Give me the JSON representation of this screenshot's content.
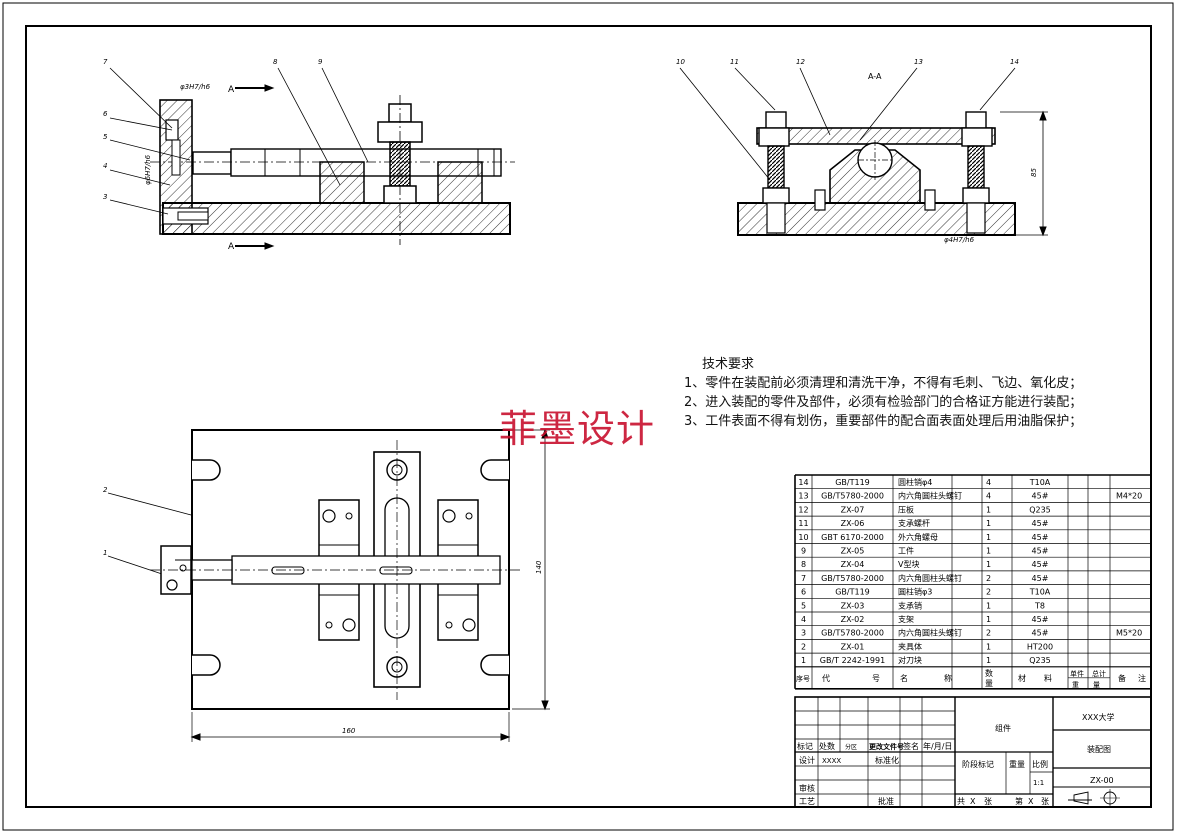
{
  "watermark": "菲墨设计",
  "tech": {
    "title": "技术要求",
    "lines": [
      "1、零件在装配前必须清理和清洗干净，不得有毛刺、飞边、氧化皮；",
      "2、进入装配的零件及部件，必须有检验部门的合格证方能进行装配；",
      "3、工件表面不得有划伤，重要部件的配合面表面处理后用油脂保护；"
    ]
  },
  "views": {
    "section_label": "A-A",
    "a_mark": "A",
    "fit1": "φ3H7/h6",
    "fit2": "φ6H7/h6",
    "fit3": "φ4H7/h6",
    "dim_height": "85",
    "dim_width": "160",
    "dim_depth": "140",
    "balloons": [
      "1",
      "2",
      "3",
      "4",
      "5",
      "6",
      "7",
      "8",
      "9",
      "10",
      "11",
      "12",
      "13",
      "14"
    ]
  },
  "bom": {
    "headers": [
      "序号",
      "代",
      "号",
      "名",
      "称",
      "数量",
      "材",
      "料",
      "单件",
      "总计",
      "备",
      "注"
    ],
    "weight_label": "重量",
    "rows": [
      {
        "no": "14",
        "code": "GB/T119",
        "name": "圆柱销φ4",
        "qty": "4",
        "mat": "T10A",
        "note": ""
      },
      {
        "no": "13",
        "code": "GB/T5780-2000",
        "name": "内六角圆柱头螺钉",
        "qty": "4",
        "mat": "45#",
        "note": "M4*20"
      },
      {
        "no": "12",
        "code": "ZX-07",
        "name": "压板",
        "qty": "1",
        "mat": "Q235",
        "note": ""
      },
      {
        "no": "11",
        "code": "ZX-06",
        "name": "支承螺杆",
        "qty": "1",
        "mat": "45#",
        "note": ""
      },
      {
        "no": "10",
        "code": "GBT 6170-2000",
        "name": "外六角螺母",
        "qty": "1",
        "mat": "45#",
        "note": ""
      },
      {
        "no": "9",
        "code": "ZX-05",
        "name": "工件",
        "qty": "1",
        "mat": "45#",
        "note": ""
      },
      {
        "no": "8",
        "code": "ZX-04",
        "name": "V型块",
        "qty": "1",
        "mat": "45#",
        "note": ""
      },
      {
        "no": "7",
        "code": "GB/T5780-2000",
        "name": "内六角圆柱头螺钉",
        "qty": "2",
        "mat": "45#",
        "note": ""
      },
      {
        "no": "6",
        "code": "GB/T119",
        "name": "圆柱销φ3",
        "qty": "2",
        "mat": "T10A",
        "note": ""
      },
      {
        "no": "5",
        "code": "ZX-03",
        "name": "支承销",
        "qty": "1",
        "mat": "T8",
        "note": ""
      },
      {
        "no": "4",
        "code": "ZX-02",
        "name": "支架",
        "qty": "1",
        "mat": "45#",
        "note": ""
      },
      {
        "no": "3",
        "code": "GB/T5780-2000",
        "name": "内六角圆柱头螺钉",
        "qty": "2",
        "mat": "45#",
        "note": "M5*20"
      },
      {
        "no": "2",
        "code": "ZX-01",
        "name": "夹具体",
        "qty": "1",
        "mat": "HT200",
        "note": ""
      },
      {
        "no": "1",
        "code": "GB/T 2242-1991",
        "name": "对刀块",
        "qty": "1",
        "mat": "Q235",
        "note": ""
      }
    ]
  },
  "title_block": {
    "assembly": "组件",
    "school": "XXX大学",
    "drawing_name": "装配图",
    "drawing_no": "ZX-00",
    "scale_value": "1:1",
    "labels": {
      "mark": "标记",
      "count": "处数",
      "zone": "分区",
      "change_doc": "更改文件号",
      "sign": "签名",
      "date": "年/月/日",
      "design": "设计",
      "designer": "XXXX",
      "standard": "标准化",
      "stage": "阶段标记",
      "weight": "重量",
      "scale": "比例",
      "review": "审核",
      "process": "工艺",
      "approve": "批准",
      "total": "共",
      "sheet_word": "张",
      "x": "X",
      "page": "第"
    }
  }
}
